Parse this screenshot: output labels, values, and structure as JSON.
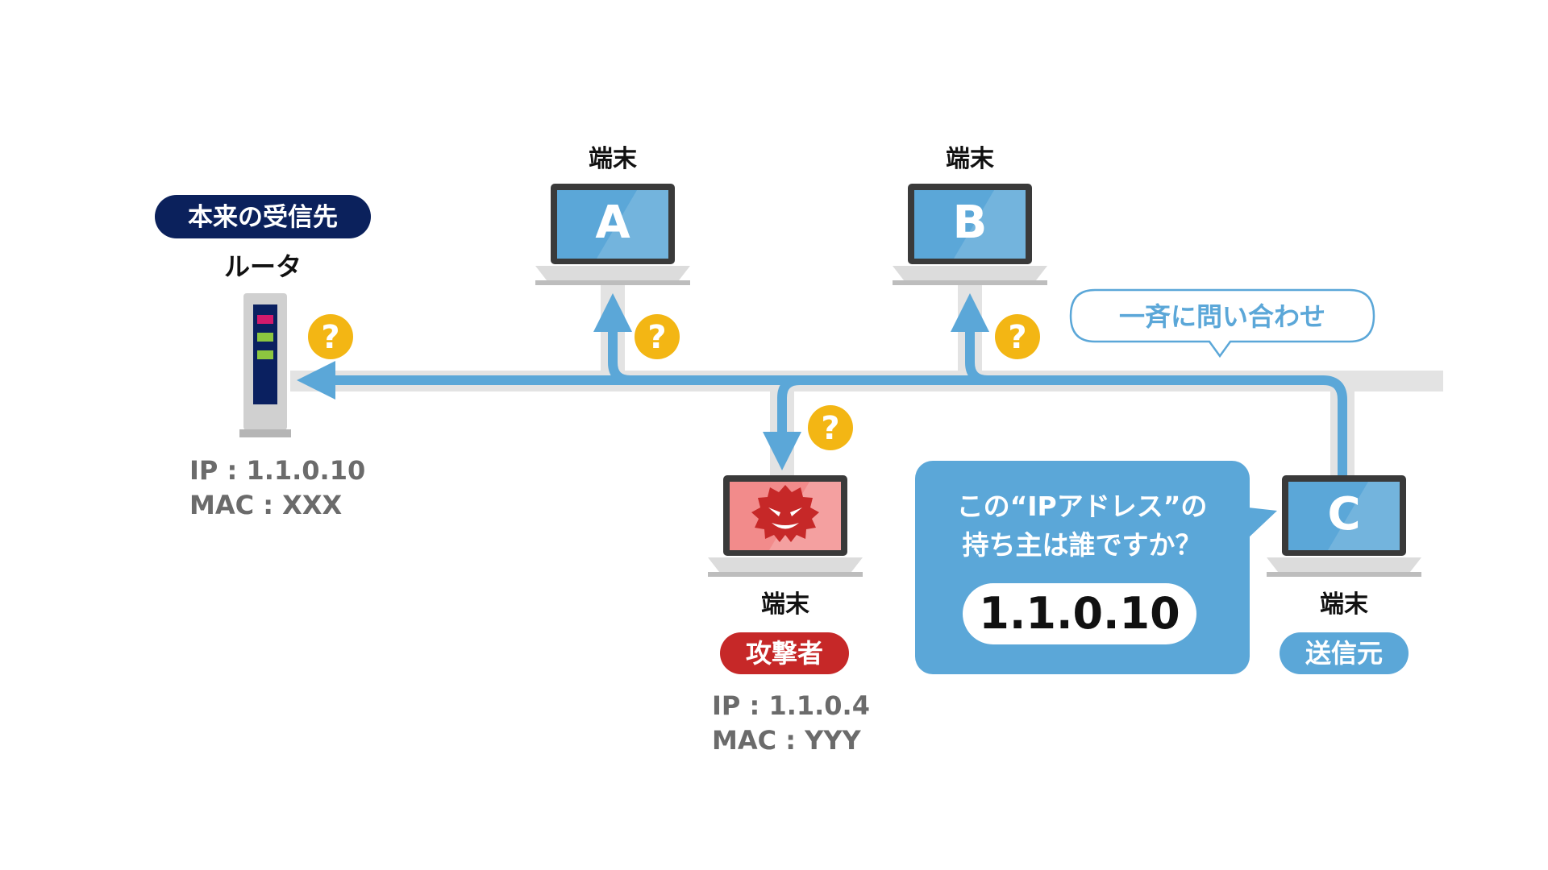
{
  "colors": {
    "background": "#ffffff",
    "network_line": "#e3e3e3",
    "arrow": "#5ba7d8",
    "question_badge": "#f3b614",
    "router_screen": "#0a2060",
    "led_magenta": "#d21a6c",
    "led_green": "#8cc63f",
    "pill_navy": "#0b215c",
    "pill_red": "#c62828",
    "pill_blue": "#5ba7d8",
    "laptop_screen_blue": "#5ba7d8",
    "laptop_screen_red": "#f28b8b",
    "attacker_icon": "#c62828",
    "ip_text": "#6b6b6b",
    "bubble_blue": "#5ba7d8"
  },
  "router": {
    "badge": "本来の受信先",
    "name": "ルータ",
    "ip": "IP : 1.1.0.10",
    "mac": "MAC : XXX",
    "icon": "router-icon"
  },
  "terminal_a": {
    "caption": "端末",
    "letter": "A",
    "icon": "laptop-icon"
  },
  "terminal_b": {
    "caption": "端末",
    "letter": "B",
    "icon": "laptop-icon"
  },
  "attacker": {
    "caption": "端末",
    "badge": "攻撃者",
    "ip": "IP : 1.1.0.4",
    "mac": "MAC : YYY",
    "icon": "devil-icon"
  },
  "sender": {
    "caption": "端末",
    "letter": "C",
    "badge": "送信元",
    "icon": "laptop-icon"
  },
  "question_mark": "?",
  "broadcast_label": "一斉に問い合わせ",
  "query_bubble": {
    "line1": "この“IPアドレス”の",
    "line2": "持ち主は誰ですか？",
    "ip_value": "1.1.0.10"
  }
}
